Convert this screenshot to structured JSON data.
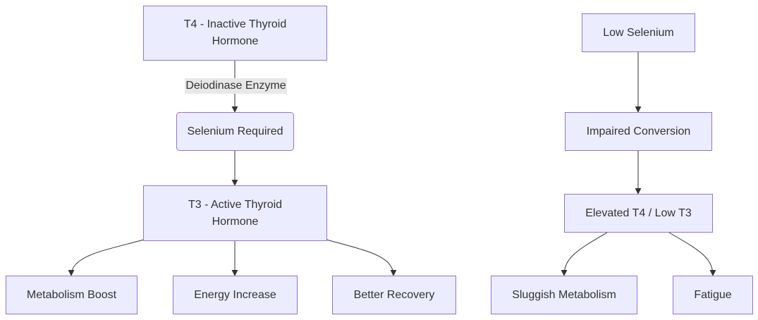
{
  "nodes": {
    "t4": "T4 - Inactive Thyroid Hormone",
    "selenium_required": "Selenium Required",
    "t3": "T3 - Active Thyroid Hormone",
    "metabolism_boost": "Metabolism Boost",
    "energy_increase": "Energy Increase",
    "better_recovery": "Better Recovery",
    "low_selenium": "Low Selenium",
    "impaired_conversion": "Impaired Conversion",
    "elevated_t4_low_t3": "Elevated T4 / Low T3",
    "sluggish_metabolism": "Sluggish Metabolism",
    "fatigue": "Fatigue"
  },
  "edge_labels": {
    "t4_to_selenium": "Deiodinase Enzyme"
  },
  "colors": {
    "node_fill": "#ececff",
    "node_border": "#9370db",
    "edge": "#333333",
    "label_bg": "#e8e8e8",
    "text": "#333333"
  }
}
